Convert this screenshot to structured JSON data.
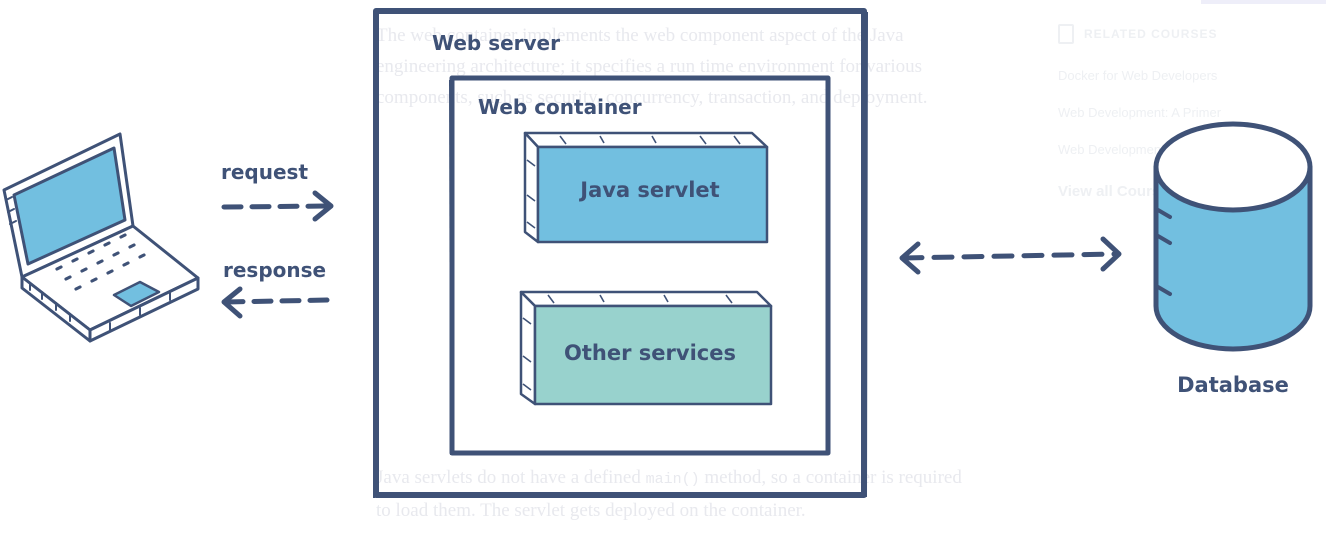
{
  "background": {
    "paragraph_1": "The web container implements the web component aspect of the Java engineering architecture; it specifies a run time environment for various components, such as security, concurrency, transaction, and deployment.",
    "paragraph_2_before": "Java servlets do not have a defined ",
    "paragraph_2_code": "main()",
    "paragraph_2_after": " method, so a container is required to load them. The servlet gets deployed on the container.",
    "sidebar_heading": "RELATED COURSES",
    "sidebar_links": [
      "Docker for Web Developers",
      "Web Development: A Primer",
      "Web Development Handbook"
    ],
    "sidebar_view_all": "View all Courses"
  },
  "diagram": {
    "labels": {
      "request": "request",
      "response": "response",
      "web_server": "Web server",
      "web_container": "Web container",
      "java_servlet": "Java servlet",
      "other_services": "Other services",
      "database": "Database"
    },
    "colors": {
      "outline": "#3f5277",
      "servlet_fill": "#72bfe0",
      "services_fill": "#98d2cd",
      "database_fill": "#72bfe0",
      "laptop_screen": "#72bfe0"
    }
  }
}
